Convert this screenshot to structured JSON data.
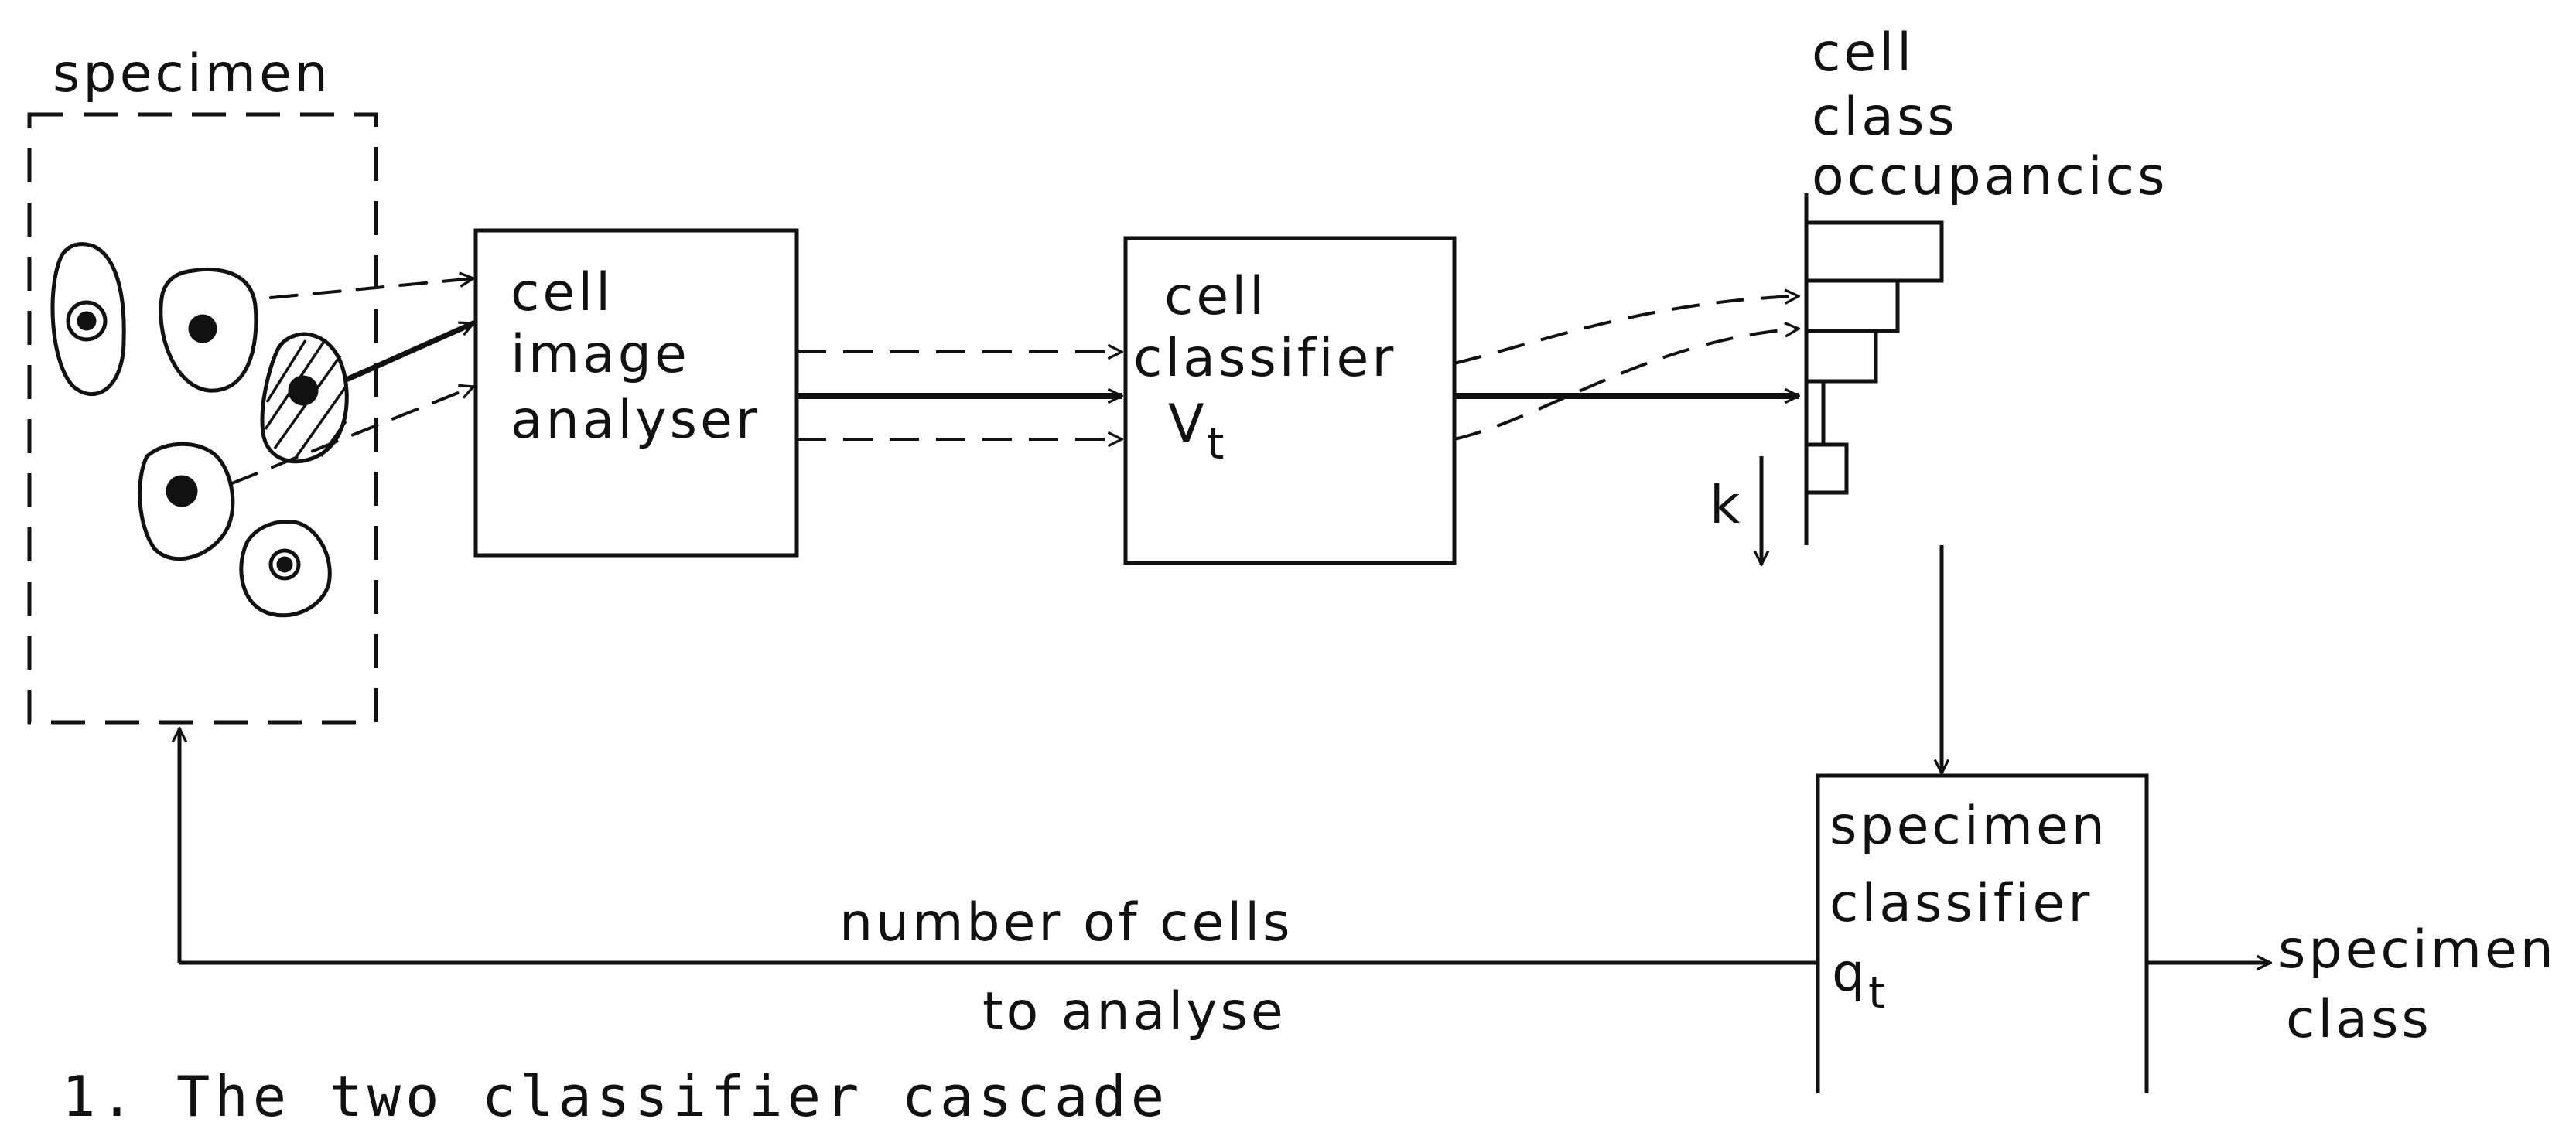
{
  "specimen_box": {
    "label": "specimen"
  },
  "cell_image_analyser": {
    "line1": "cell",
    "line2": "image",
    "line3": "analyser"
  },
  "cell_classifier": {
    "line1": "cell",
    "line2": "classifier",
    "symbol": "V",
    "symbol_sub": "t"
  },
  "occupancies": {
    "line1": "cell",
    "line2": "class",
    "line3": "occupancics",
    "axis_label": "k"
  },
  "specimen_classifier": {
    "line1": "specimen",
    "line2": "classifier",
    "symbol": "q",
    "symbol_sub": "t"
  },
  "feedback": {
    "line1": "number of cells",
    "line2": "to analyse"
  },
  "output": {
    "line1": "specimen",
    "line2": "class"
  },
  "caption": {
    "text": "1. The two classifier cascade"
  }
}
